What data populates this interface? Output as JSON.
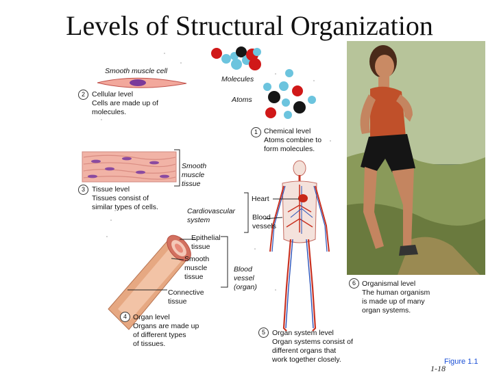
{
  "title": "Levels of Structural Organization",
  "labels": {
    "smooth_muscle_cell": "Smooth muscle cell",
    "molecules": "Molecules",
    "atoms": "Atoms",
    "smooth_muscle_tissue": "Smooth\nmuscle\ntissue",
    "cardiovascular_system": "Cardiovascular\nsystem",
    "heart": "Heart",
    "blood_vessels": "Blood\nvessels",
    "epithelial_tissue": "Epithelial\ntissue",
    "smooth_muscle_tissue_2": "Smooth\nmuscle\ntissue",
    "connective_tissue": "Connective\ntissue",
    "blood_vessel_organ": "Blood\nvessel\n(organ)"
  },
  "levels": [
    {
      "number": "1",
      "text": "Chemical level\nAtoms combine to\nform molecules."
    },
    {
      "number": "2",
      "text": "Cellular level\nCells are made up of\nmolecules."
    },
    {
      "number": "3",
      "text": "Tissue level\nTissues consist of\nsimilar types of cells."
    },
    {
      "number": "4",
      "text": "Organ level\nOrgans are made up\nof different types\nof tissues."
    },
    {
      "number": "5",
      "text": "Organ system level\nOrgan systems consist of\ndifferent organs that\nwork together closely."
    },
    {
      "number": "6",
      "text": "Organismal level\nThe human organism\nis made up of many\norgan systems."
    }
  ],
  "figure_label": "Figure 1.1",
  "page_number": "1-18",
  "colors": {
    "red_atom": "#d01818",
    "blue_atom": "#6cc4de",
    "black_atom": "#161616",
    "tissue": "#f0a8a0",
    "nucleus": "#7a3a9a"
  }
}
